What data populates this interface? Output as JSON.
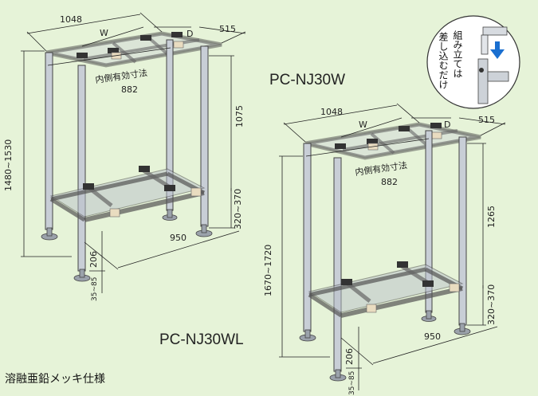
{
  "models": {
    "upper": "PC-NJ30W",
    "lower": "PC-NJ30WL"
  },
  "dimensions": {
    "upper": {
      "width": "1048",
      "w": "W",
      "d": "D",
      "depth": "515",
      "inner_label": "内側有効寸法",
      "inner_value": "882",
      "height_total": "1480~1530",
      "height_top": "1075",
      "lower_range": "320~370",
      "base_width": "950",
      "foot_h": "206",
      "foot_adj": "35~85"
    },
    "lower": {
      "width": "1048",
      "w": "W",
      "d": "D",
      "depth": "515",
      "inner_label": "内側有効寸法",
      "inner_value": "882",
      "height_total": "1670~1720",
      "height_top": "1265",
      "lower_range": "320~370",
      "base_width": "950",
      "foot_h": "206",
      "foot_adj": "35~85"
    }
  },
  "inset_note": [
    "組み立ては",
    "差し込むだけ"
  ],
  "finish": "溶融亜鉛メッキ仕様",
  "colors": {
    "background": "#e6f3d8",
    "frame": "#c8ced6",
    "arrow": "#1a6fd0",
    "block": "#e9dcc0"
  }
}
